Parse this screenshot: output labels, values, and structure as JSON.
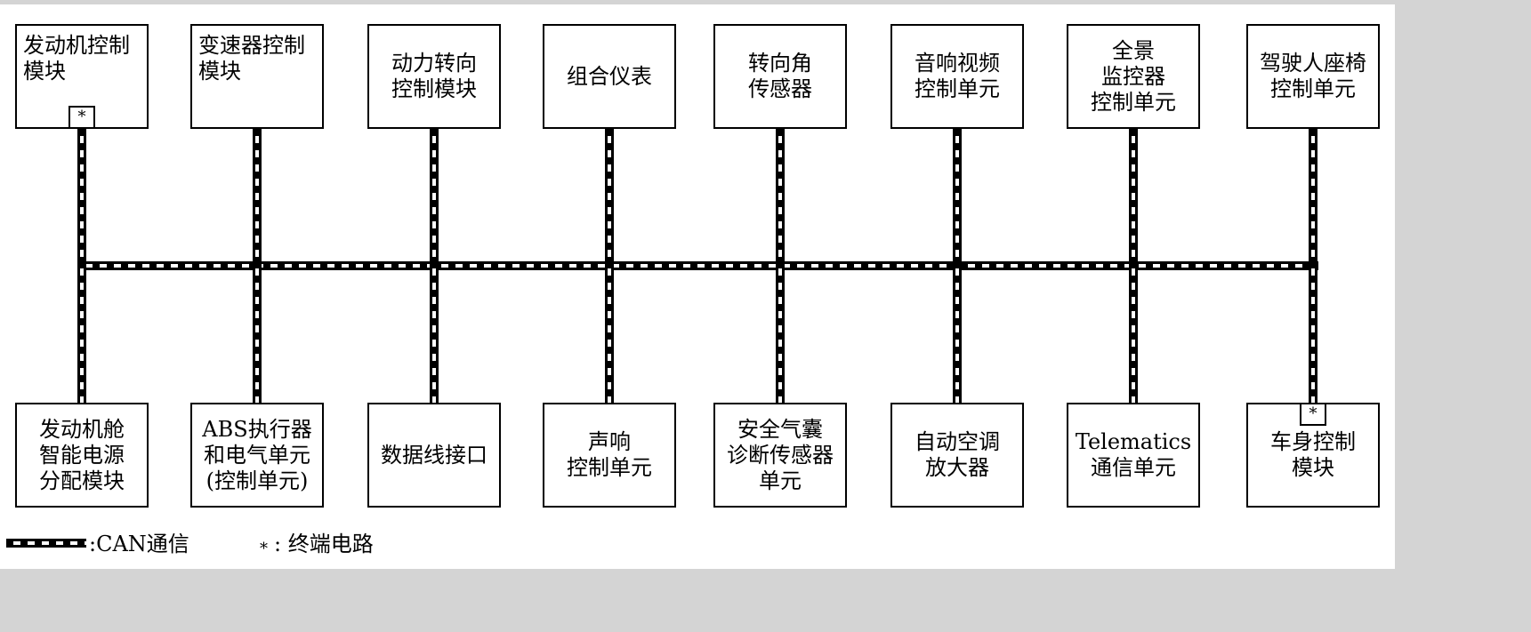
{
  "top_modules": [
    {
      "label": "发动机控制\n模块",
      "terminal": true
    },
    {
      "label": "变速器控制\n模块",
      "terminal": false
    },
    {
      "label": "动力转向\n控制模块",
      "terminal": false
    },
    {
      "label": "组合仪表",
      "terminal": false
    },
    {
      "label": "转向角\n传感器",
      "terminal": false
    },
    {
      "label": "音响视频\n控制单元",
      "terminal": false
    },
    {
      "label": "全景\n监控器\n控制单元",
      "terminal": false
    },
    {
      "label": "驾驶人座椅\n控制单元",
      "terminal": false
    }
  ],
  "bottom_modules": [
    {
      "label": "发动机舱\n智能电源\n分配模块",
      "terminal": false
    },
    {
      "label": "ABS执行器\n和电气单元\n(控制单元)",
      "terminal": false
    },
    {
      "label": "数据线接口",
      "terminal": false
    },
    {
      "label": "声响\n控制单元",
      "terminal": false
    },
    {
      "label": "安全气囊\n诊断传感器\n单元",
      "terminal": false
    },
    {
      "label": "自动空调\n放大器",
      "terminal": false
    },
    {
      "label": "Telematics\n通信单元",
      "terminal": false
    },
    {
      "label": "车身控制\n模块",
      "terminal": true
    }
  ],
  "terminal_symbol": "*",
  "legend": {
    "can_label": ":CAN通信",
    "terminal_symbol": "*",
    "terminal_label": ": 终端电路"
  }
}
